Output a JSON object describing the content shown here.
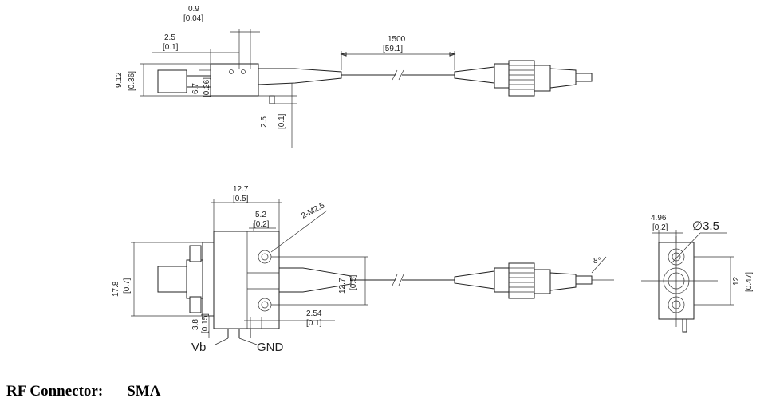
{
  "top_view": {
    "dim_0_9": "0.9",
    "dim_0_9_in": "[0.04]",
    "dim_2_5": "2.5",
    "dim_2_5_in": "[0.1]",
    "dim_1500": "1500",
    "dim_1500_in": "[59.1]",
    "dim_9_12": "9.12",
    "dim_9_12_in": "[0.36]",
    "dim_6_7": "6.7",
    "dim_6_7_in": "[0.26]",
    "dim_pin": "2.5",
    "dim_pin_in": "[0.1]"
  },
  "front_view": {
    "dim_12_7": "12.7",
    "dim_12_7_in": "[0.5]",
    "dim_5_2": "5.2",
    "dim_5_2_in": "[0.2]",
    "dim_m25": "2-M2.5",
    "dim_17_8": "17.8",
    "dim_17_8_in": "[0.7]",
    "dim_12_7v": "12.7",
    "dim_12_7v_in": "[0.5]",
    "dim_2_54": "2.54",
    "dim_2_54_in": "[0.1]",
    "dim_3_8": "3.8",
    "dim_3_8_in": "[0.15]",
    "dim_angle": "8°",
    "label_vb": "Vb",
    "label_gnd": "GND"
  },
  "side_view": {
    "dim_4_96": "4.96",
    "dim_4_96_in": "[0.2]",
    "dim_dia": "∅3.5",
    "dim_12": "12",
    "dim_12_in": "[0.47]"
  },
  "caption": {
    "label": "RF Connector:",
    "value": "SMA"
  }
}
